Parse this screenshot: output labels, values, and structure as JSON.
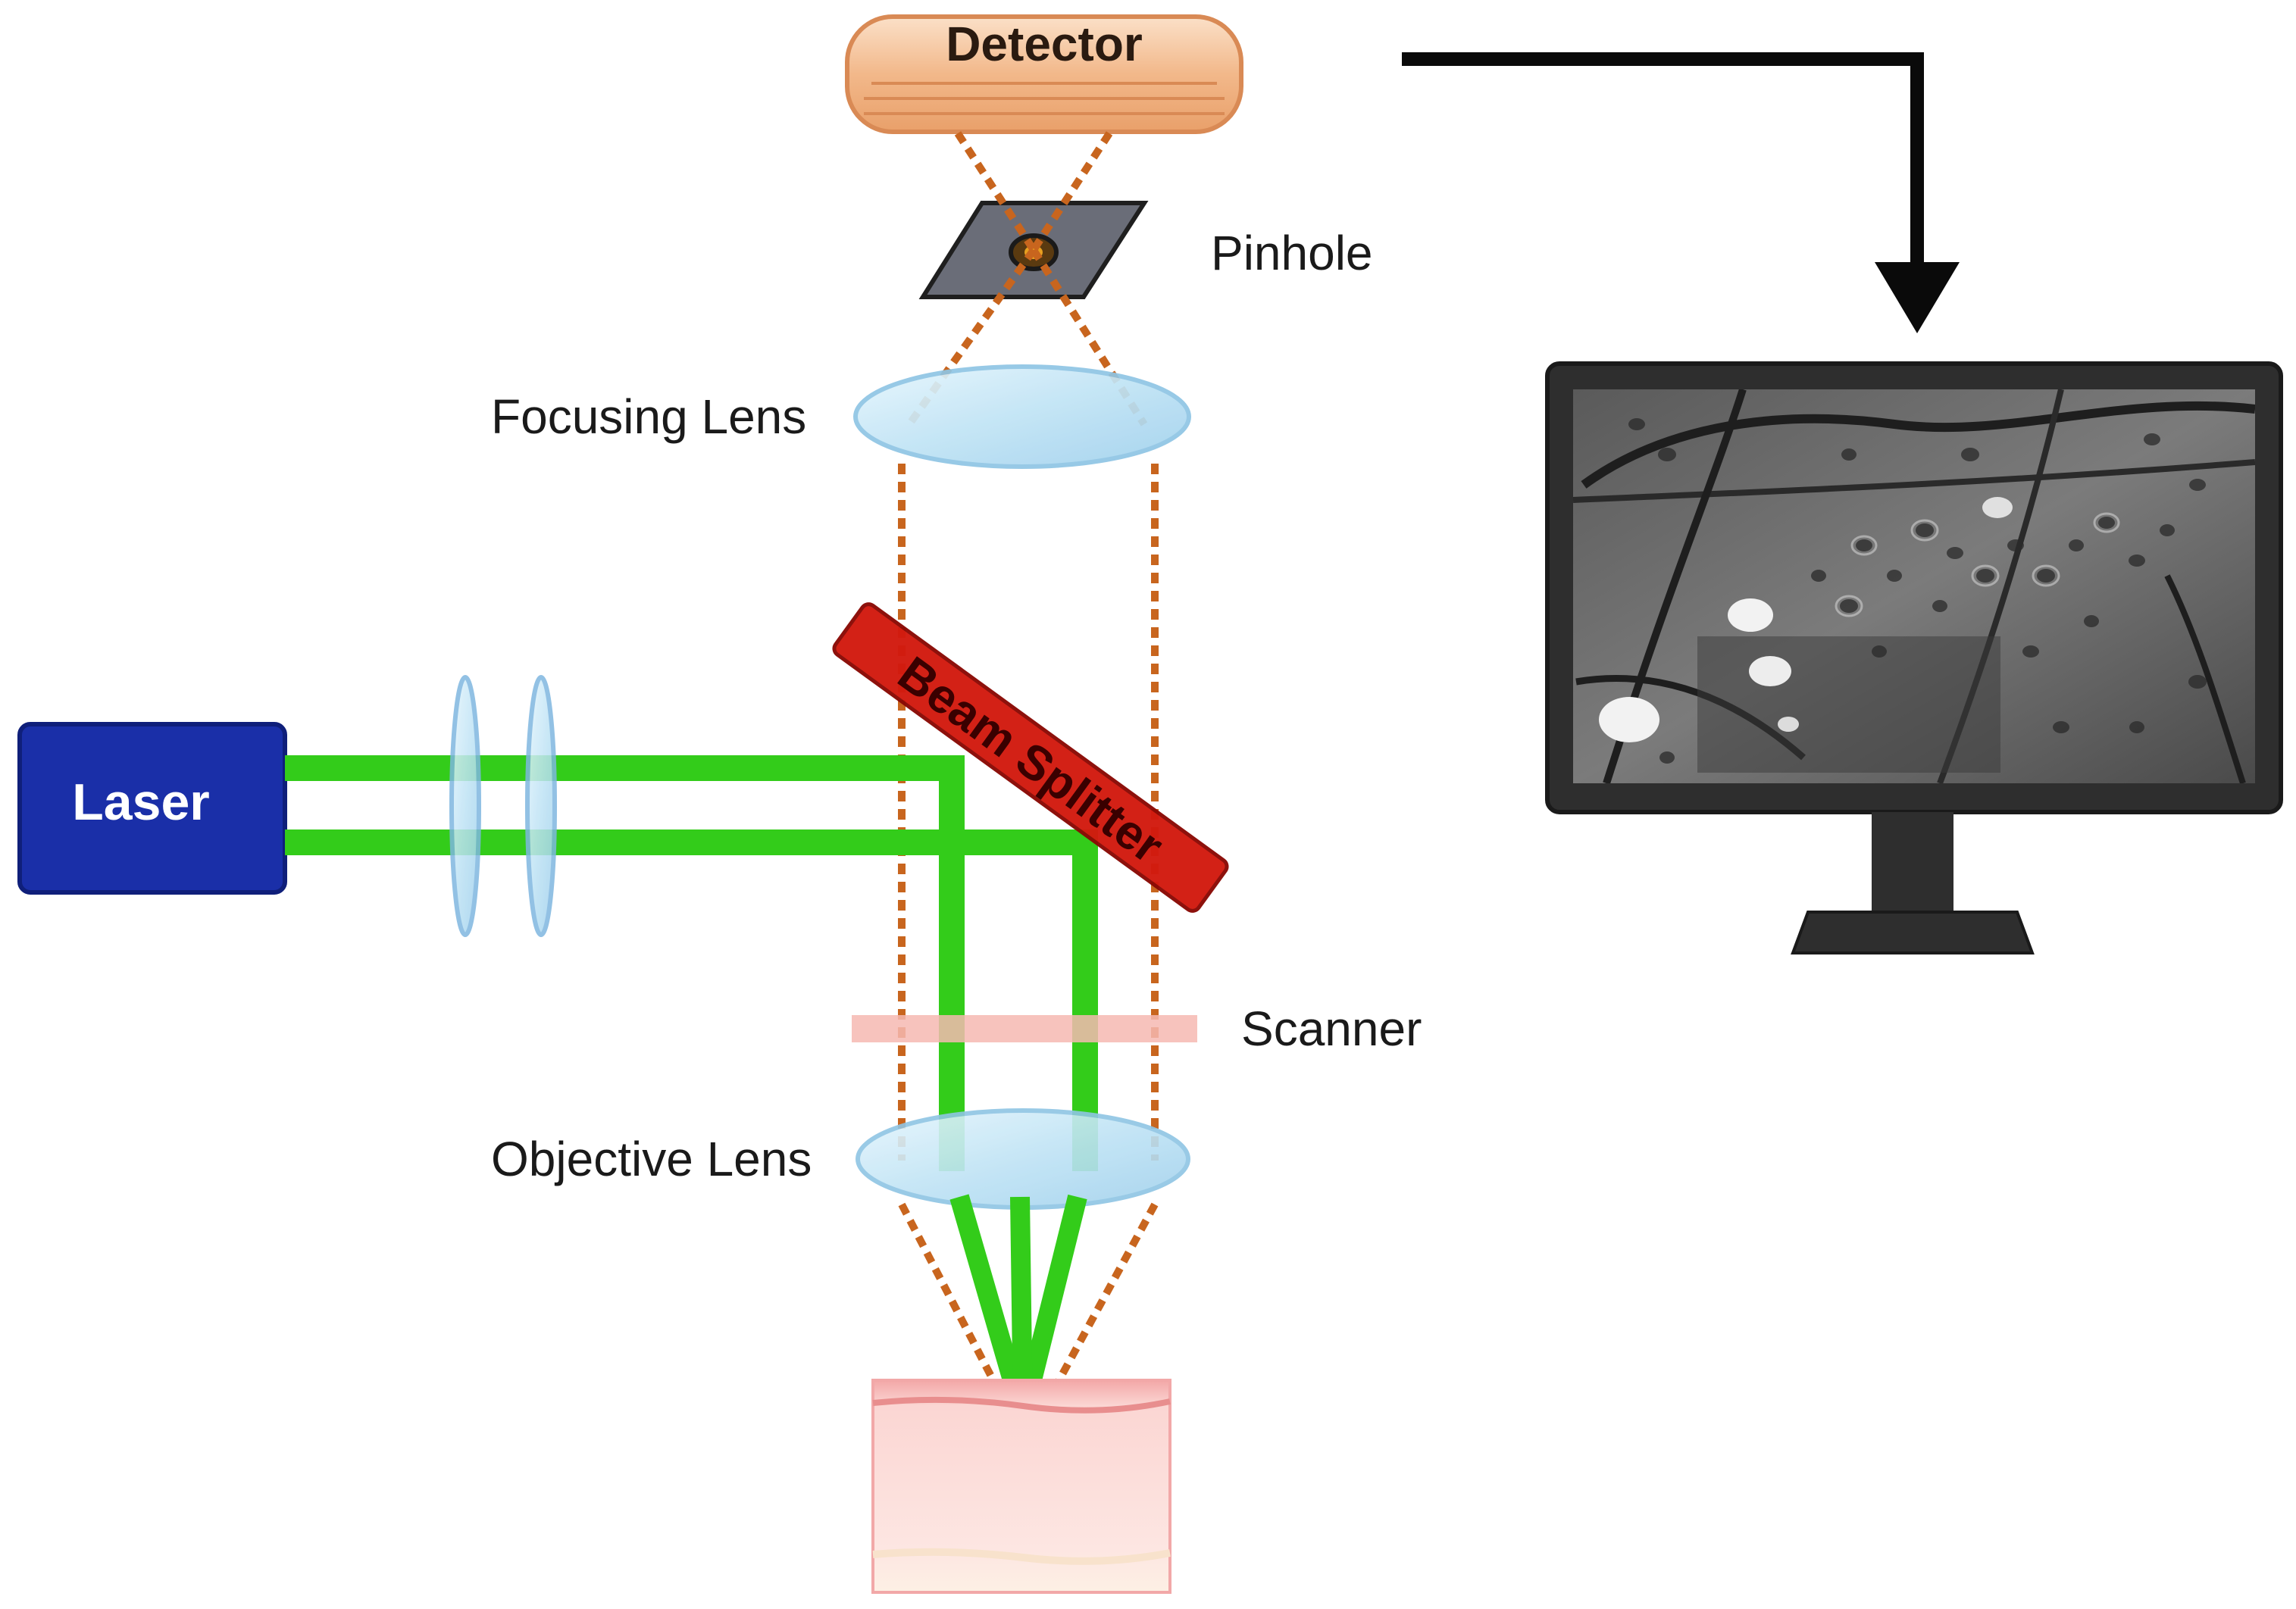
{
  "labels": {
    "detector": "Detector",
    "pinhole": "Pinhole",
    "focusing_lens": "Focusing Lens",
    "laser": "Laser",
    "beam_splitter": "Beam Splitter",
    "scanner": "Scanner",
    "objective_lens": "Objective Lens"
  },
  "colors": {
    "laser_box": "#1a2fa8",
    "laser_beam": "#33cc1a",
    "emission_path": "#c8651e",
    "beam_splitter": "#d21a0f",
    "lens": "#bfe3f5",
    "scanner": "#f6b8b2",
    "detector": "#f2b88a",
    "monitor": "#2e2e2e"
  }
}
